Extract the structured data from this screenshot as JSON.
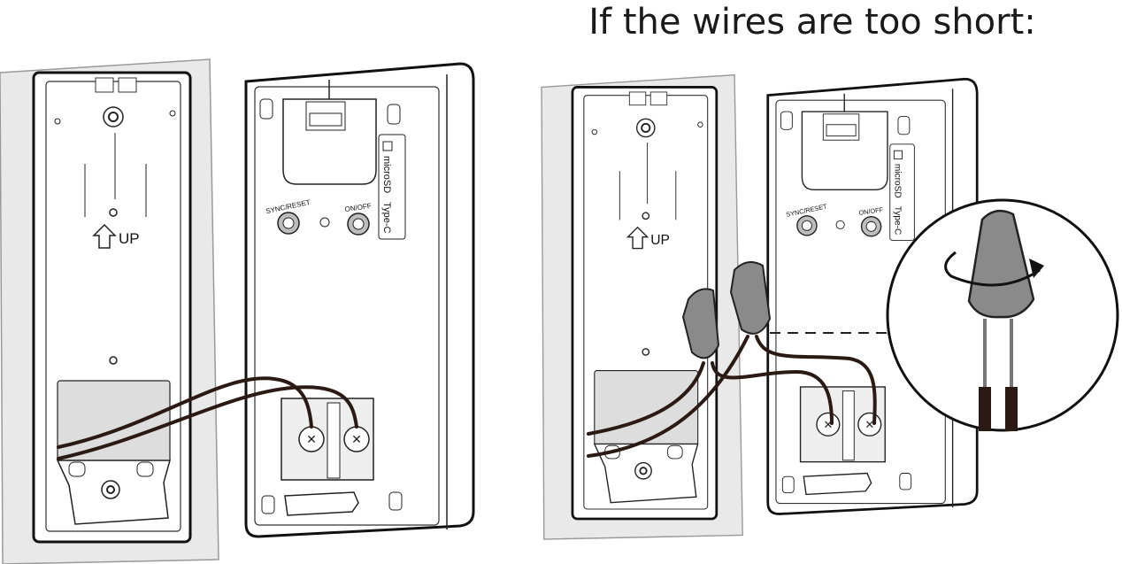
{
  "title": "If the wires are too short:",
  "unit": {
    "up_label": "UP",
    "sync_reset_label": "SYNC/RESET",
    "on_off_label": "ON/OFF",
    "microsd_label": "microSD",
    "typec_label": "Type-C"
  },
  "colors": {
    "wire": "#2b1a14",
    "wire_nut": "#8a8a8a",
    "wall": "#e8e8e8",
    "outline": "#111111"
  }
}
